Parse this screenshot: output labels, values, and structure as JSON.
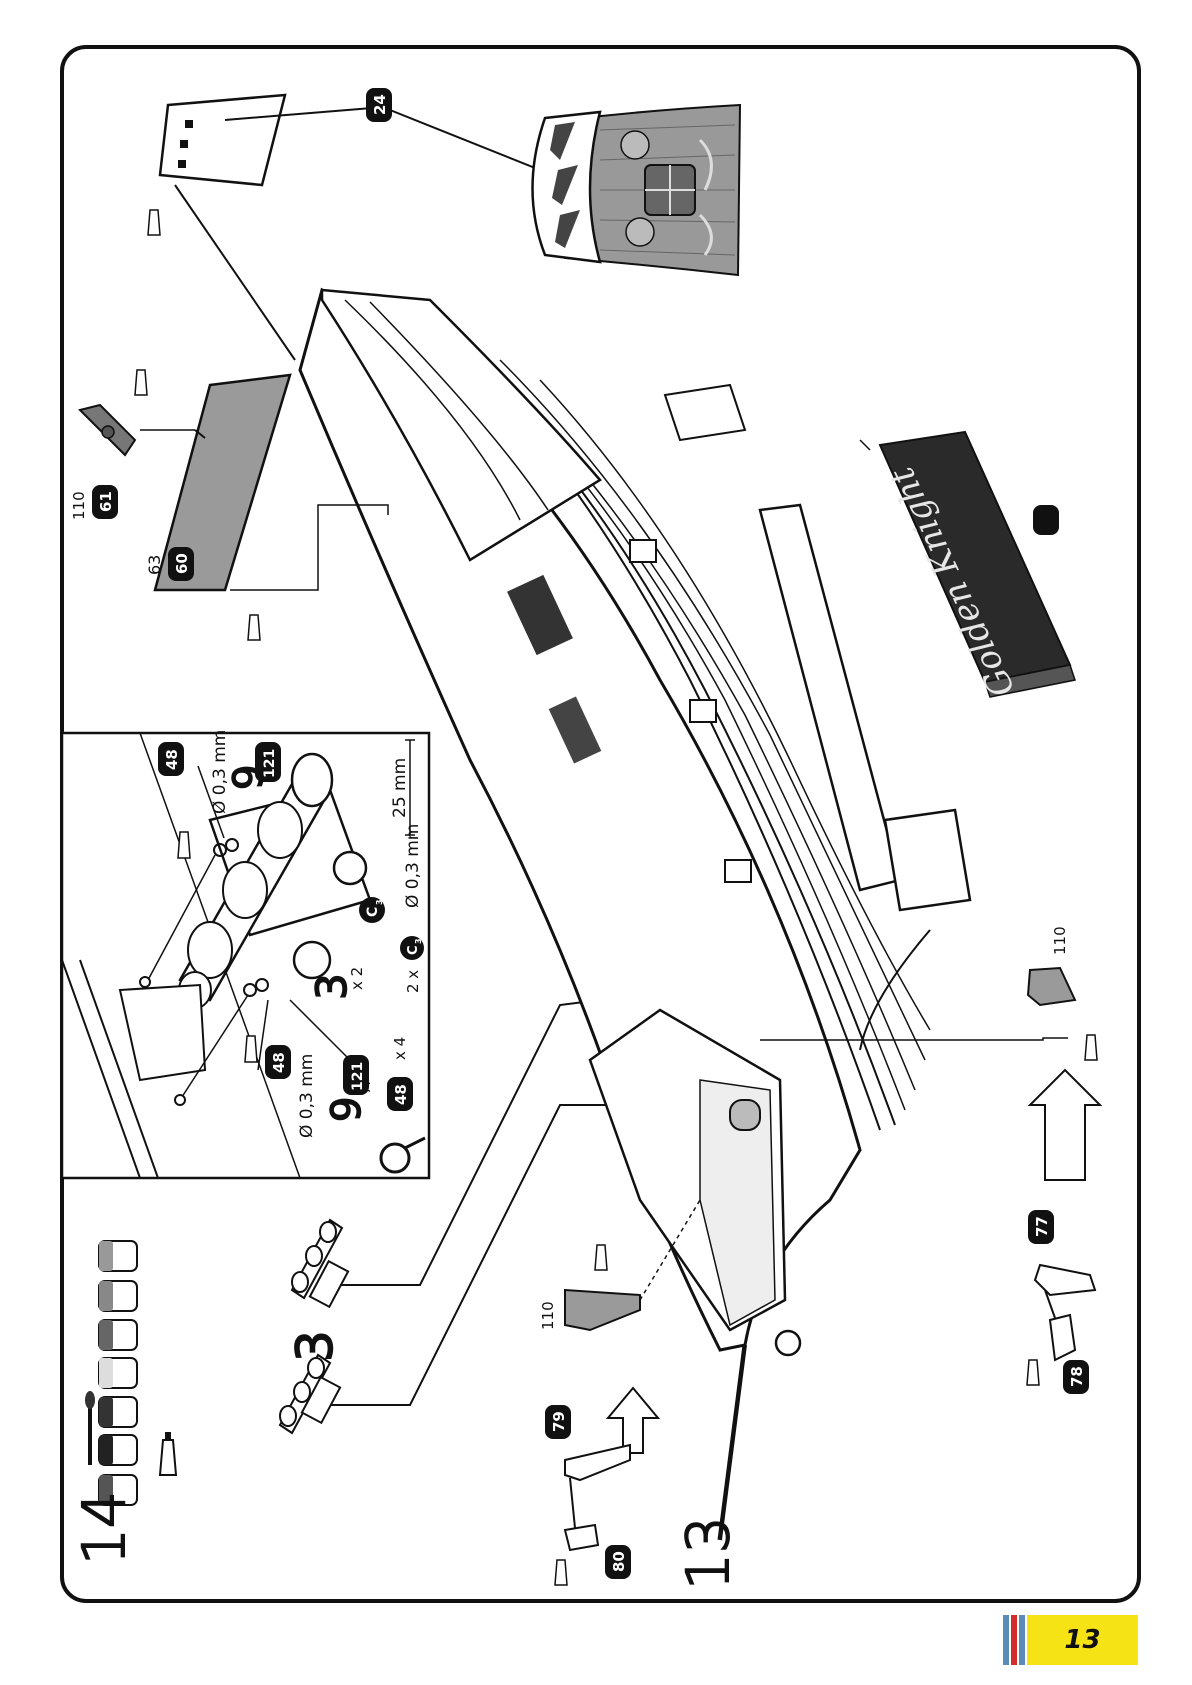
{
  "steps": {
    "left": "14",
    "right": "13"
  },
  "labels": {
    "p3": "3",
    "p9": "9",
    "sub_a": "A",
    "sub_3": "3",
    "c": "C",
    "p110": "110",
    "p63": "63"
  },
  "badges": {
    "b24": "24",
    "b48": "48",
    "b121": "121",
    "b61": "61",
    "b60": "60",
    "b77": "77",
    "b78": "78",
    "b79": "79",
    "b80": "80"
  },
  "dimensions": {
    "wire": "Ø 0,3 mm",
    "length": "25 mm",
    "qty_x2": "x 2",
    "qty_x4": "x 4",
    "qty_2x": "2 x"
  },
  "nameplate": {
    "text": "Golden Knight"
  },
  "page_number": "13",
  "colors": {
    "page_tab": "#f6e315",
    "stripe_blue": "#5b8bb8",
    "stripe_red": "#d42b2b",
    "panel_grey": "#9a9a9a",
    "nameplate": "#2a2a2a"
  }
}
